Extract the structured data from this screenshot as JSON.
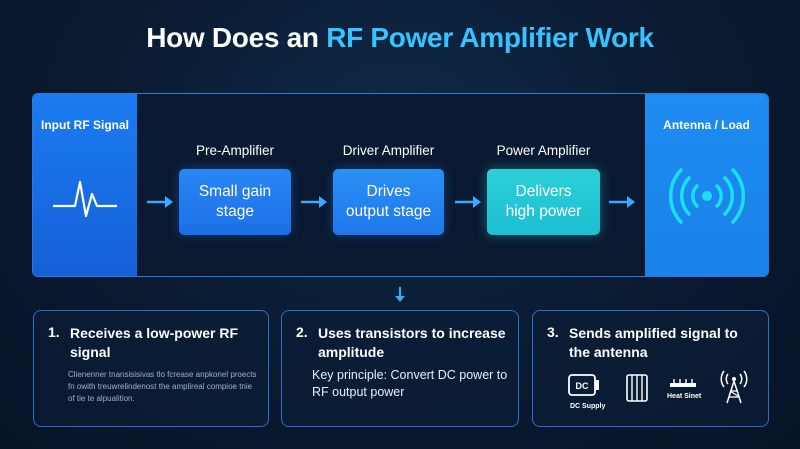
{
  "title": {
    "prefix": "How Does an ",
    "accent": "RF Power Amplifier Work"
  },
  "flow": {
    "input_label": "Input RF Signal",
    "output_label": "Antenna / Load",
    "stages": [
      {
        "name": "Pre-Amplifier",
        "text_line1": "Small gain",
        "text_line2": "stage"
      },
      {
        "name": "Driver Amplifier",
        "text_line1": "Drives",
        "text_line2": "output stage"
      },
      {
        "name": "Power Amplifier",
        "text_line1": "Delivers",
        "text_line2": "high power"
      }
    ]
  },
  "cards": [
    {
      "number": "1.",
      "heading": "Receives a low-power RF signal",
      "small_text": "Clienenner tnansisisivas tlo fcrease anpkonel proects fn owith treuwrelindenost the amplireal compioe tnie of tie te alpualition."
    },
    {
      "number": "2.",
      "heading": "Uses transistors to increase amplitude",
      "body": "Key principle: Convert DC power to RF output power"
    },
    {
      "number": "3.",
      "heading": "Sends amplified signal to the antenna",
      "icons": [
        {
          "icon": "dc-supply-icon",
          "caption": "DC Supply",
          "badge": "DC"
        },
        {
          "icon": "transistor-array-icon",
          "caption": ""
        },
        {
          "icon": "heat-sink-icon",
          "caption": "Heat Sinet"
        },
        {
          "icon": "antenna-tower-icon",
          "caption": ""
        }
      ]
    }
  ],
  "colors": {
    "background": "#0a1a30",
    "accent_title": "#35c4ff",
    "input_block": "#1b7bf0",
    "antenna_block": "#1e8cf2",
    "stage_blue": "#2a86f5",
    "stage_cyan": "#2bd0d8",
    "arrow": "#3aa9ff",
    "border": "#2a6fc8"
  }
}
